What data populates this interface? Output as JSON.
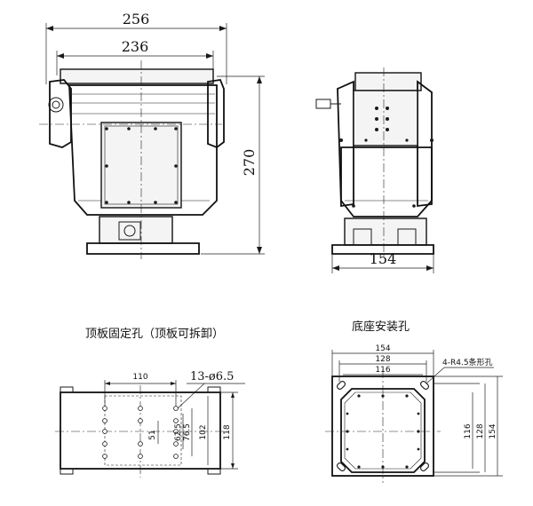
{
  "front_view": {
    "dim_outer_width": "256",
    "dim_inner_width": "236",
    "dim_height": "270"
  },
  "side_view": {
    "dim_base_width": "154"
  },
  "top_plate": {
    "caption": "顶板固定孔（顶板可拆卸）",
    "dim_110": "110",
    "hole_callout": "13-ø6.5",
    "dim_51": "51",
    "dim_62_5": "62.5",
    "dim_76_5": "76.5",
    "dim_102": "102",
    "dim_118": "118"
  },
  "base_plate": {
    "caption": "底座安装孔",
    "dim_154_top": "154",
    "dim_128_top": "128",
    "dim_116_top": "116",
    "slot_callout": "4-R4.5条形孔",
    "dim_116_side": "116",
    "dim_128_side": "128",
    "dim_154_side": "154"
  }
}
